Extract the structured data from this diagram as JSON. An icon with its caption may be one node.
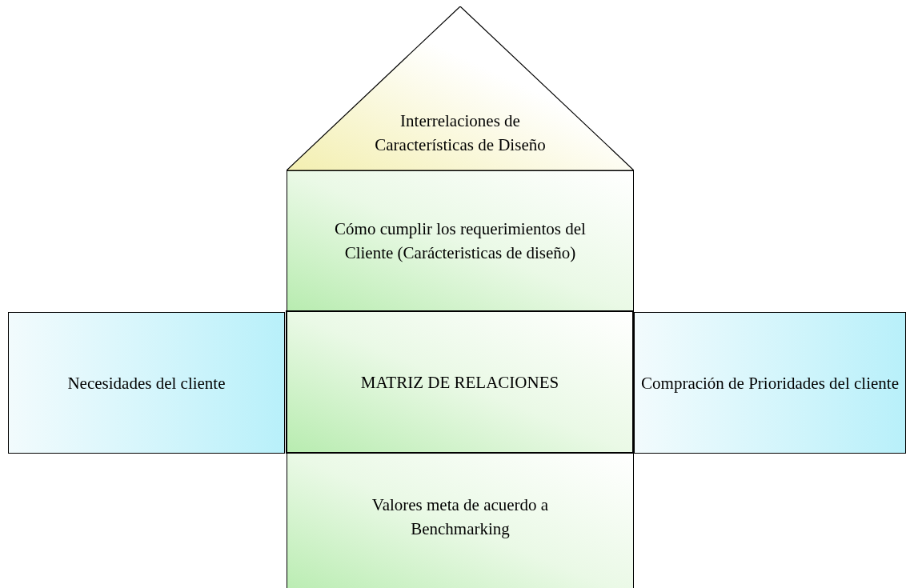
{
  "diagram": {
    "nodes": [
      {
        "text": [
          "Interrelaciones de Características de Diseño"
        ]
      },
      {
        "text": [
          "Cómo cumplir los requerimientos del Cliente (Carácteristicas de diseño)"
        ]
      },
      {
        "text": [
          "Necesidades del cliente"
        ]
      },
      {
        "text": [
          "MATRIZ DE RELACIONES"
        ]
      },
      {
        "text": [
          "Compración de Prioridades del cliente"
        ]
      },
      {
        "text": [
          "Valores meta de acuerdo a Benchmarking"
        ]
      }
    ]
  }
}
